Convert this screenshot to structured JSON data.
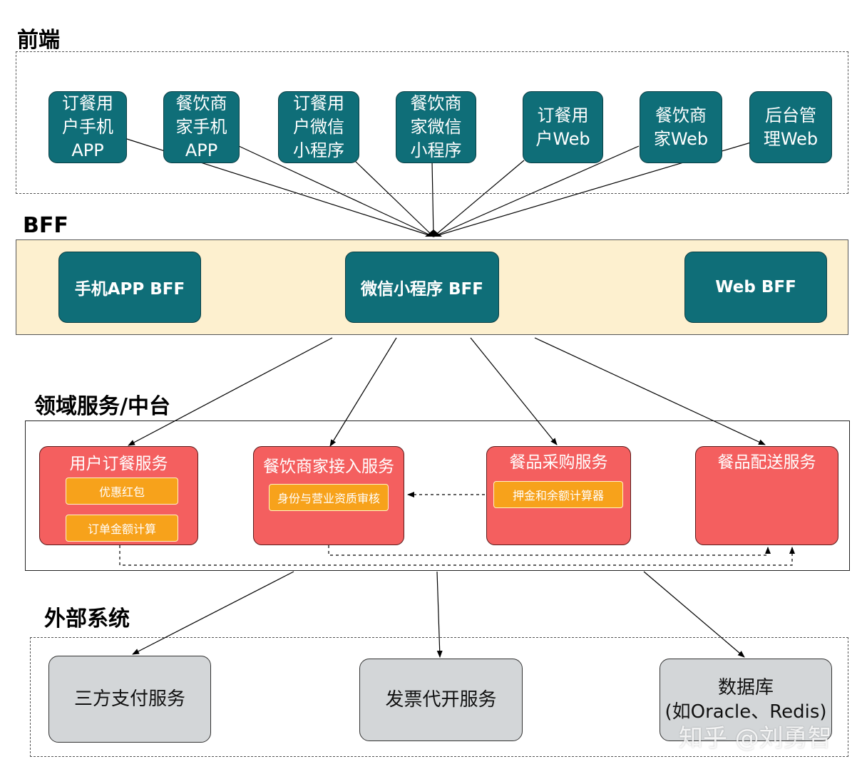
{
  "sections": {
    "frontend": "前端",
    "bff": "BFF",
    "domain": "领域服务/中台",
    "external": "外部系统"
  },
  "frontend": [
    {
      "lines": [
        "订餐用",
        "户手机",
        "APP"
      ]
    },
    {
      "lines": [
        "餐饮商",
        "家手机",
        "APP"
      ]
    },
    {
      "lines": [
        "订餐用",
        "户微信",
        "小程序"
      ]
    },
    {
      "lines": [
        "餐饮商",
        "家微信",
        "小程序"
      ]
    },
    {
      "lines": [
        "订餐用",
        "户Web"
      ]
    },
    {
      "lines": [
        "餐饮商",
        "家Web"
      ]
    },
    {
      "lines": [
        "后台管",
        "理Web"
      ]
    }
  ],
  "bff": {
    "app": "手机APP BFF",
    "wechat": "微信小程序 BFF",
    "web": "Web BFF"
  },
  "domain": {
    "order": {
      "title": "用户订餐服务",
      "items": [
        "优惠红包",
        "订单金额计算"
      ]
    },
    "merchant": {
      "title": "餐饮商家接入服务",
      "items": [
        "身份与营业资质审核"
      ]
    },
    "purchase": {
      "title": "餐品采购服务",
      "items": [
        "押金和余额计算器"
      ]
    },
    "delivery": {
      "title": "餐品配送服务",
      "items": []
    }
  },
  "external": {
    "pay": "三方支付服务",
    "invoice": "发票代开服务",
    "db_line1": "数据库",
    "db_line2": "(如Oracle、Redis)"
  },
  "watermark": "知乎 @刘勇智",
  "colors": {
    "teal": "#0f6e78",
    "bff_band": "#fdf0cf",
    "red": "#f45f5f",
    "orange": "#f7a21b",
    "gray": "#d3d6d8"
  }
}
